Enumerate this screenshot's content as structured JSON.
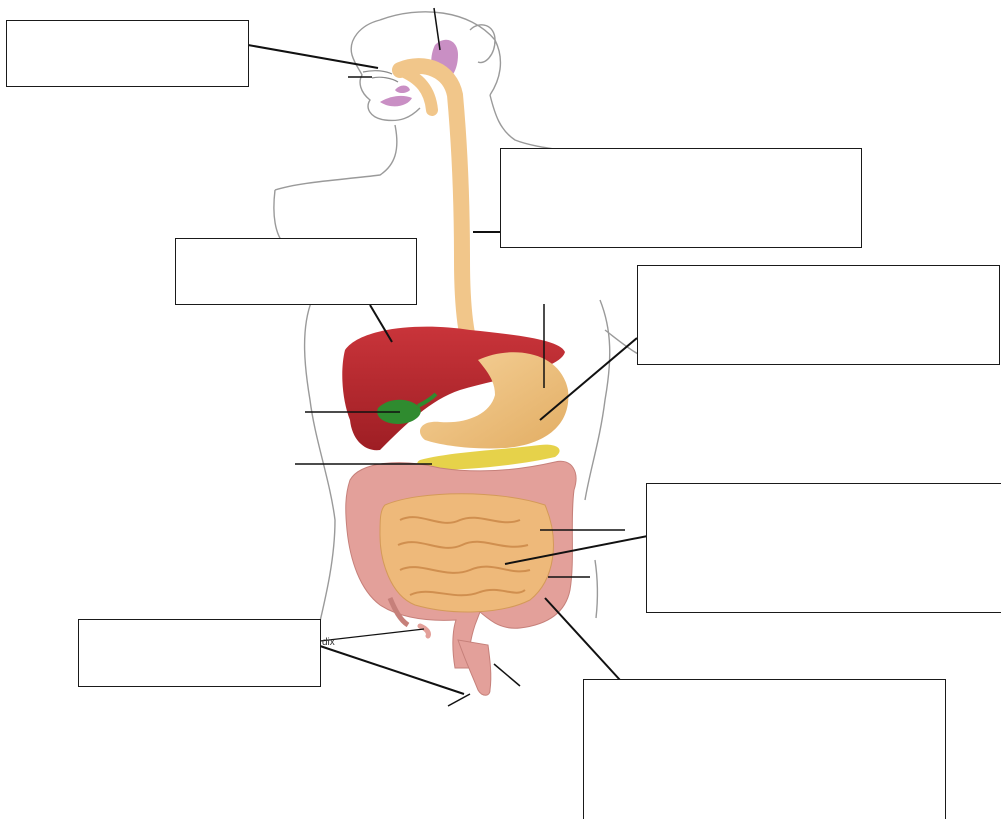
{
  "figure": {
    "kind": "blank digestive system labeling worksheet",
    "answer_boxes": [
      {
        "id": "box-1",
        "value": ""
      },
      {
        "id": "box-2",
        "value": ""
      },
      {
        "id": "box-3",
        "value": ""
      },
      {
        "id": "box-4",
        "value": ""
      },
      {
        "id": "box-5",
        "value": ""
      },
      {
        "id": "box-6",
        "value": ""
      },
      {
        "id": "box-7",
        "value": ""
      }
    ],
    "visible_fragment_text": "dix",
    "colors": {
      "skin_outline": "#9a9a9a",
      "salivary_glands": "#c98fc4",
      "esophagus": "#f1c68a",
      "liver": "#b5262a",
      "gallbladder": "#2f8b2f",
      "stomach": "#f0c27f",
      "pancreas": "#e6d24a",
      "large_intestine": "#e3a09a",
      "small_intestine": "#eeb97a",
      "leader_line": "#111111"
    }
  }
}
